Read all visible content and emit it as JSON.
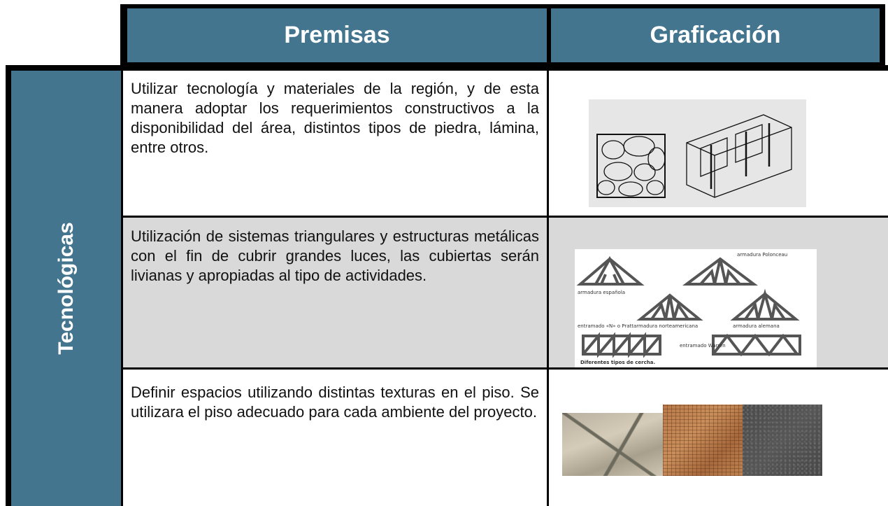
{
  "header": {
    "premisas_label": "Premisas",
    "graficacion_label": "Graficación"
  },
  "category": {
    "label": "Tecnológicas"
  },
  "rows": [
    {
      "text": "Utilizar tecnología y materiales de la región, y de esta manera adoptar los requerimientos constructivos a la disponibilidad del área, distintos tipos de piedra, lámina, entre otros.",
      "image": "stone-and-block-drawing"
    },
    {
      "text": "Utilización de sistemas triangulares y estructuras metálicas con el fin de cubrir grandes luces, las cubiertas serán livianas y apropiadas al tipo de actividades.",
      "image": "truss-types-drawing"
    },
    {
      "text": "Definir espacios utilizando distintas texturas en el piso. Se utilizara el piso adecuado para cada ambiente del proyecto.",
      "image": "floor-textures-photo"
    }
  ],
  "truss_figure": {
    "labels": {
      "polonceau": "armadura Polonceau",
      "espanola": "armadura española",
      "pratt": "entramado «N» o Pratt",
      "norteamericana": "armadura norteamericana",
      "alemana": "armadura alemana",
      "warren": "entramado Warren",
      "caption": "Diferentes tipos de cercha."
    }
  },
  "colors": {
    "header_bg": "#43758f",
    "row_alt_bg": "#d9d9d9",
    "border": "#000000"
  }
}
